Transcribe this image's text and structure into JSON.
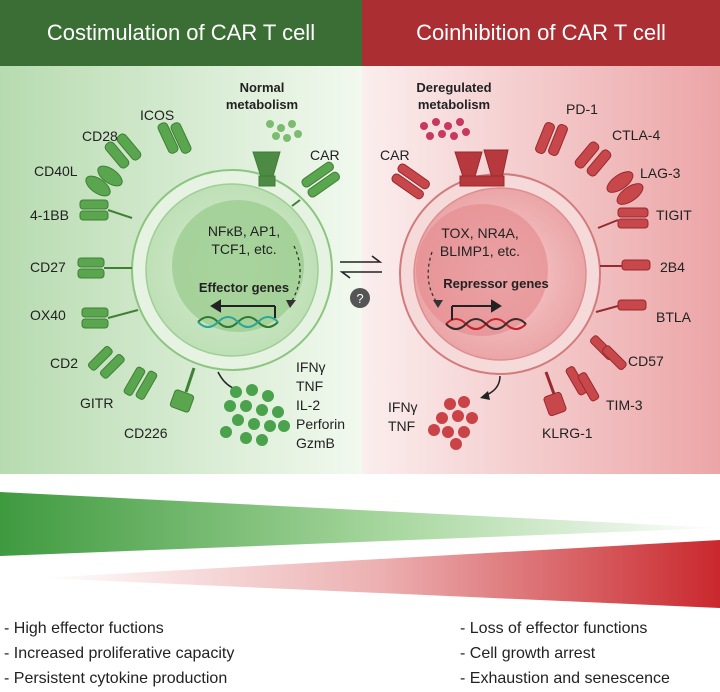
{
  "header": {
    "left_title": "Costimulation of CAR T cell",
    "right_title": "Coinhibition of CAR T cell"
  },
  "left_cell": {
    "metabolism_label": [
      "Normal",
      "metabolism"
    ],
    "receptors": [
      "ICOS",
      "CD28",
      "CD40L",
      "4-1BB",
      "CD27",
      "OX40",
      "CD2",
      "GITR",
      "CD226"
    ],
    "car_label": "CAR",
    "transcription_factors": [
      "NFκB, AP1,",
      "TCF1, etc."
    ],
    "genes_label": "Effector genes",
    "cytokines": [
      "IFNγ",
      "TNF",
      "IL-2",
      "Perforin",
      "GzmB"
    ]
  },
  "right_cell": {
    "metabolism_label": [
      "Deregulated",
      "metabolism"
    ],
    "car_label": "CAR",
    "receptors": [
      "PD-1",
      "CTLA-4",
      "LAG-3",
      "TIGIT",
      "2B4",
      "BTLA",
      "CD57",
      "TIM-3",
      "KLRG-1"
    ],
    "transcription_factors": [
      "TOX, NR4A,",
      "BLIMP1, etc."
    ],
    "genes_label": "Repressor genes",
    "cytokines": [
      "IFNγ",
      "TNF"
    ]
  },
  "center": {
    "question_mark": "?"
  },
  "colors": {
    "green_dark": "#3b6e35",
    "green_receptor": "#5aa64e",
    "red_dark": "#ab2e33",
    "red_receptor": "#c8474b"
  },
  "bottom": {
    "left_bullets": [
      "- High effector fuctions",
      "- Increased proliferative capacity",
      "- Persistent cytokine production"
    ],
    "right_bullets": [
      "- Loss of effector functions",
      "- Cell growth arrest",
      "- Exhaustion and senescence"
    ]
  }
}
